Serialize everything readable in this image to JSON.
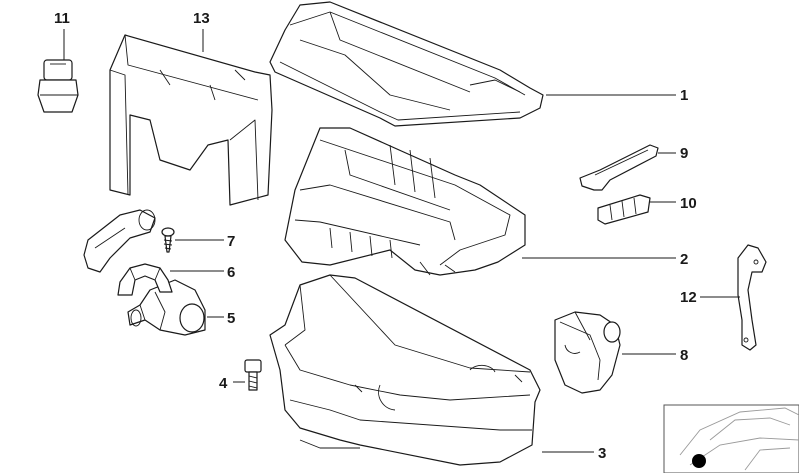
{
  "callouts": [
    {
      "id": "1",
      "label": "1"
    },
    {
      "id": "2",
      "label": "2"
    },
    {
      "id": "3",
      "label": "3"
    },
    {
      "id": "4",
      "label": "4"
    },
    {
      "id": "5",
      "label": "5"
    },
    {
      "id": "6",
      "label": "6"
    },
    {
      "id": "7",
      "label": "7"
    },
    {
      "id": "8",
      "label": "8"
    },
    {
      "id": "9",
      "label": "9"
    },
    {
      "id": "10",
      "label": "10"
    },
    {
      "id": "11",
      "label": "11"
    },
    {
      "id": "12",
      "label": "12"
    },
    {
      "id": "13",
      "label": "13"
    }
  ],
  "colors": {
    "line": "#1a1a1a",
    "background": "#ffffff",
    "thumbnail_line": "#9a9a9a"
  }
}
